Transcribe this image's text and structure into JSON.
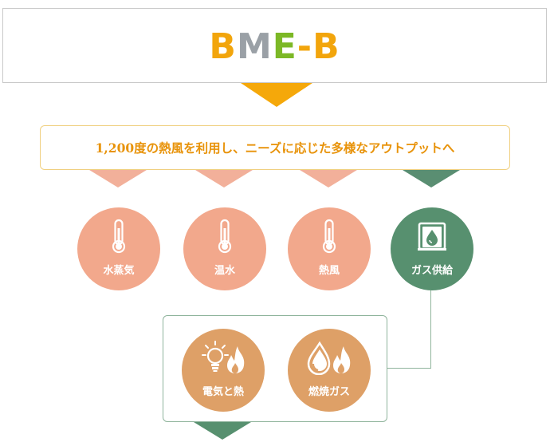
{
  "header": {
    "logo_text": "BME-B"
  },
  "banner": {
    "text": "1,200度の熱風を利用し、ニーズに応じた多様なアウトプットへ"
  },
  "outputs": [
    {
      "label": "水蒸気",
      "icon": "thermometer-icon"
    },
    {
      "label": "温水",
      "icon": "thermometer-icon"
    },
    {
      "label": "熱風",
      "icon": "thermometer-icon"
    },
    {
      "label": "ガス供給",
      "icon": "gas-tank-drop-icon"
    }
  ],
  "sub_outputs": [
    {
      "label": "電気と熱",
      "icon": "lightbulb-flame-icon"
    },
    {
      "label": "燃焼ガス",
      "icon": "drops-flame-icon"
    }
  ],
  "colors": {
    "accent_orange": "#f5a80a",
    "peach": "#f2a88c",
    "green": "#57906f",
    "tan": "#dea067"
  }
}
